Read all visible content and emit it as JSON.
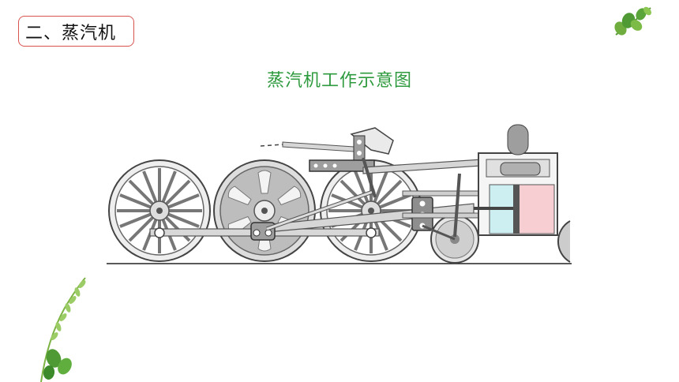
{
  "header": {
    "section_label": "二、蒸汽机"
  },
  "diagram": {
    "title": "蒸汽机工作示意图"
  },
  "colors": {
    "accent_border": "#d9534f",
    "title_green": "#2e9a3e",
    "steam_chamber_blue": "#cdeff2",
    "steam_chamber_pink": "#f7cfd2",
    "metal_gray": "#9e9e9e"
  },
  "icons": [
    "leaf-icon",
    "vine-icon",
    "locomotive-diagram"
  ]
}
